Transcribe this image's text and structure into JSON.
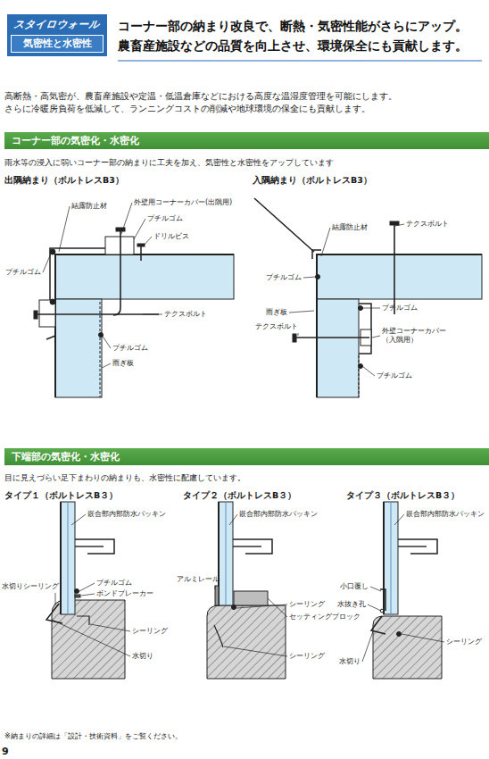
{
  "diagram": {
    "title": "コーナー部の納まり改良で、断熱・気密性能がさらにアップ。 農畜産施設などの品質を向上させ、環境保全にも貢献します。",
    "nodes": [
      {
        "text": [
          "スタイロウォール",
          "気密性と水密性"
        ]
      },
      {
        "text": [
          "コーナー部の気密化・水密化"
        ]
      },
      {
        "text": [
          "下端部の気密化・水密化"
        ]
      }
    ],
    "labels": [
      "高断熱・高気密が、農畜産施設や定温・低温倉庫などにおける高度な温湿度管理を可能にします。",
      "さらに冷暖房負荷を低減して、ランニングコストの削減や地球環境の保全にも貢献します。",
      "雨水等の浸入に弱いコーナー部の納まりに工夫を加え、気密性と水密性をアップしています",
      "出隅納まり（ボルトレスB3）",
      "入隅納まり（ボルトレスB3）",
      "結露防止材",
      "外壁用コーナーカバー(出隅用)",
      "ブチルゴム",
      "ドリルビス",
      "ブチルゴム",
      "テクスボルト",
      "ブチルゴム",
      "雨ぎ板",
      "結露防止材",
      "テクスボルト",
      "ブチルゴム",
      "雨ぎ板",
      "テクスボルト",
      "ブチルゴム",
      "外壁コーナーカバー（入隅用）",
      "ブチルゴム",
      "目に見えづらい足下まわりの納まりも、水密性に配慮しています。",
      "タイプ１（ボルトレスB３）",
      "タイプ２（ボルトレスB３）",
      "タイプ３（ボルトレスB３）",
      "嵌合部内部防水パッキン",
      "水切りシーリング",
      "ブチルゴム",
      "ボンドブレーカー",
      "シーリング",
      "水切り",
      "嵌合部内部防水パッキン",
      "アルミレール",
      "シーリング",
      "セッティングブロック",
      "シーリング",
      "嵌合部内部防水パッキン",
      "小口覆し",
      "水抜き孔",
      "シーリング",
      "水切り",
      "※納まりの詳細は「設計・技術資料」をご覧ください。",
      "9"
    ]
  }
}
